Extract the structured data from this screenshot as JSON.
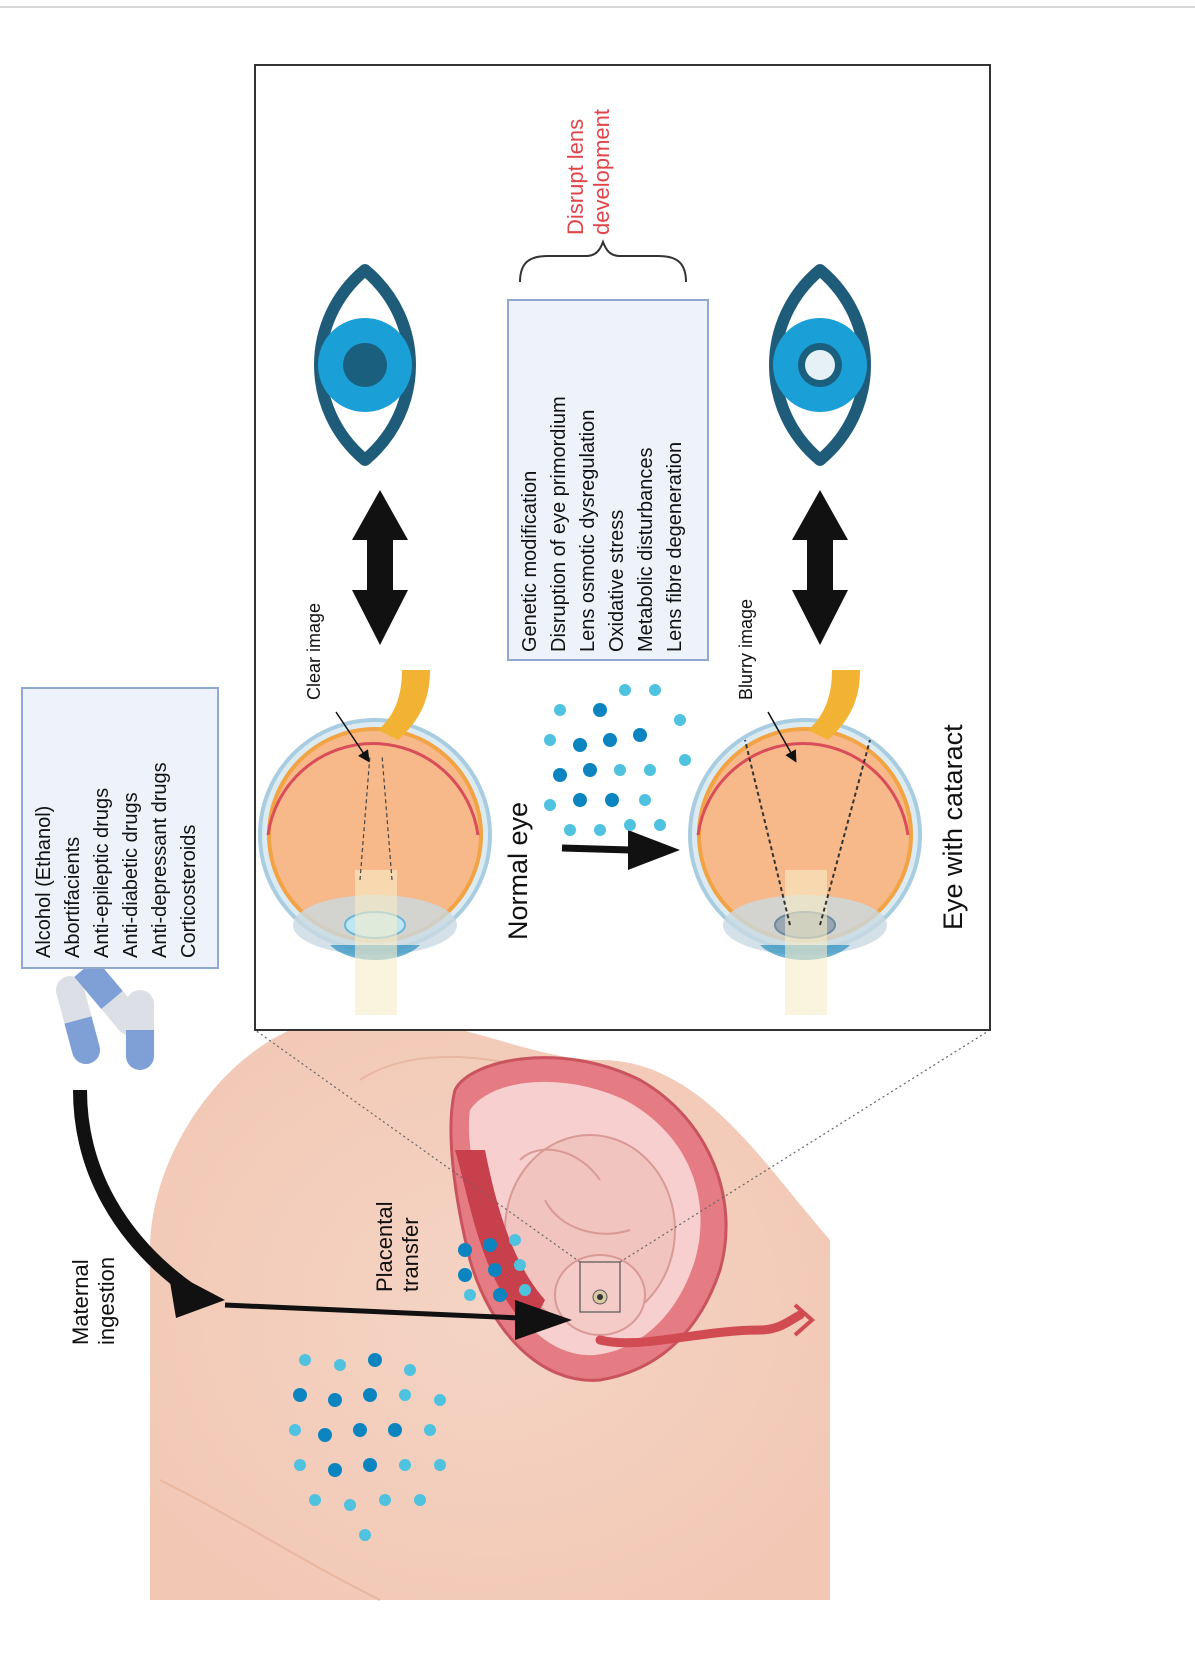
{
  "drug_list": {
    "items": [
      "Alcohol (Ethanol)",
      "Abortifacients",
      "Anti-epileptic drugs",
      "Anti-diabetic drugs",
      "Anti-depressant drugs",
      "Corticosteroids"
    ]
  },
  "maternal_ingestion": [
    "Maternal",
    "ingestion"
  ],
  "placental_transfer": [
    "Placental",
    "transfer"
  ],
  "normal_eye_title": "Normal eye",
  "cataract_eye_title": "Eye with cataract",
  "clear_image_label": "Clear image",
  "blurry_image_label": "Blurry image",
  "mechanisms": {
    "items": [
      "Genetic modification",
      "Disruption of eye primordium",
      "Lens osmotic dysregulation",
      "Oxidative stress",
      "Metabolic disturbances",
      "Lens fibre degeneration"
    ]
  },
  "disrupt_label": [
    "Disrupt lens",
    "development"
  ],
  "colors": {
    "accent_red": "#e0454a",
    "box_border": "#8fa9d3",
    "box_fill": "#eef3fb",
    "particle_dark": "#0b84c0",
    "particle_light": "#4fc2e0",
    "eye_outline": "#1f5c7a",
    "iris": "#1a9fd6"
  }
}
